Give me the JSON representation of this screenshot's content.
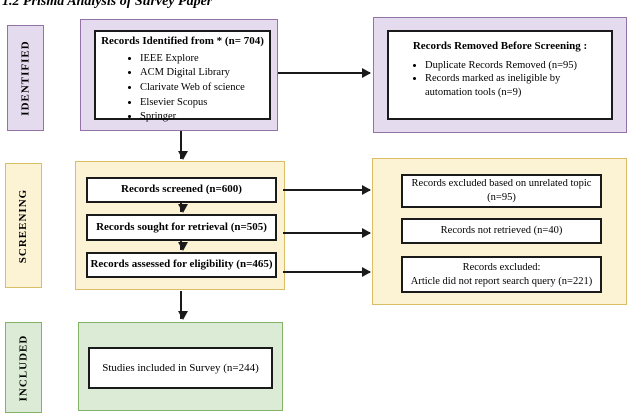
{
  "title": "1.2 Prisma Analysis of Survey Paper",
  "stages": {
    "identified": "IDENTIFIED",
    "screening": "SCREENING",
    "included": "INCLUDED"
  },
  "identified": {
    "main": {
      "heading": "Records Identified from * (n= 704)",
      "bullets": [
        "IEEE Explore",
        "ACM Digital Library",
        "Clarivate Web of science",
        "Elsevier Scopus",
        "Springer"
      ]
    },
    "removed": {
      "heading": "Records Removed Before Screening :",
      "bullets": [
        "Duplicate Records Removed (n=95)",
        "Records marked as ineligible by automation tools (n=9)"
      ]
    }
  },
  "screening": {
    "steps": [
      "Records screened (n=600)",
      "Records sought for retrieval (n=505)",
      "Records assessed for eligibility (n=465)"
    ],
    "exclusions": [
      {
        "line1": "Records excluded based on unrelated topic",
        "line2": "(n=95)"
      },
      {
        "line1": "Records not retrieved (n=40)",
        "line2": ""
      },
      {
        "line1": "Records excluded:",
        "line2": "Article did not report search query (n=221)"
      }
    ]
  },
  "included": {
    "main": "Studies included in Survey (n=244)"
  },
  "colors": {
    "purple_fill": "#E5DBEE",
    "purple_border": "#9673A6",
    "yellow_fill": "#FCF2D4",
    "yellow_border": "#D9BE67",
    "green_fill": "#DCEBD5",
    "green_border": "#82B366",
    "box_border": "#1A1A1A",
    "arrow": "#1A1A1A"
  }
}
